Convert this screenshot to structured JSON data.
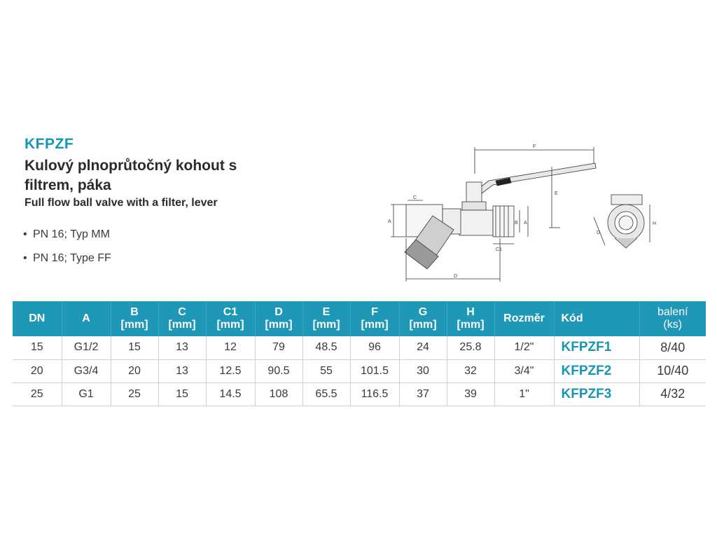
{
  "product": {
    "code": "KFPZF",
    "name_cz": "Kulový plnoprůtočný kohout s filtrem, páka",
    "name_en": "Full flow ball valve with a filter, lever",
    "variants": [
      "PN 16; Typ MM",
      "PN 16; Type FF"
    ]
  },
  "drawing": {
    "labels": {
      "F": "F",
      "E": "E",
      "C": "C",
      "A": "A",
      "B": "B",
      "C1": "C1",
      "D": "D",
      "G": "G",
      "H": "H"
    }
  },
  "table": {
    "headers": [
      {
        "l1": "DN",
        "l2": ""
      },
      {
        "l1": "A",
        "l2": ""
      },
      {
        "l1": "B",
        "l2": "[mm]"
      },
      {
        "l1": "C",
        "l2": "[mm]"
      },
      {
        "l1": "C1",
        "l2": "[mm]"
      },
      {
        "l1": "D",
        "l2": "[mm]"
      },
      {
        "l1": "E",
        "l2": "[mm]"
      },
      {
        "l1": "F",
        "l2": "[mm]"
      },
      {
        "l1": "G",
        "l2": "[mm]"
      },
      {
        "l1": "H",
        "l2": "[mm]"
      },
      {
        "l1": "Rozměr",
        "l2": ""
      },
      {
        "l1": "Kód",
        "l2": ""
      },
      {
        "l1": "balení",
        "l2": "(ks)"
      }
    ],
    "rows": [
      [
        "15",
        "G1/2",
        "15",
        "13",
        "12",
        "79",
        "48.5",
        "96",
        "24",
        "25.8",
        "1/2\"",
        "KFPZF1",
        "8/40"
      ],
      [
        "20",
        "G3/4",
        "20",
        "13",
        "12.5",
        "90.5",
        "55",
        "101.5",
        "30",
        "32",
        "3/4\"",
        "KFPZF2",
        "10/40"
      ],
      [
        "25",
        "G1",
        "25",
        "15",
        "14.5",
        "108",
        "65.5",
        "116.5",
        "37",
        "39",
        "1\"",
        "KFPZF3",
        "4/32"
      ]
    ]
  },
  "colors": {
    "accent": "#1795b6",
    "header_bg": "#1f97b7",
    "text": "#2b2b2b"
  }
}
